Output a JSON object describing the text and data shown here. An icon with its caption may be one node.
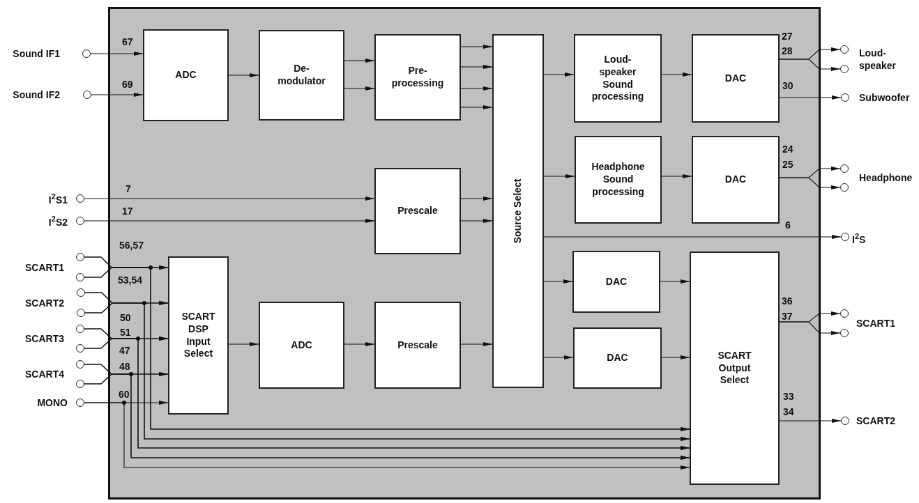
{
  "diagram": {
    "nodes": [
      {
        "text": [],
        "shape": "box"
      },
      {
        "text": [],
        "shape": "circle",
        "beside": [
          "Sound IF1"
        ]
      },
      {
        "text": [],
        "shape": "circle",
        "beside": [
          "Sound IF2"
        ]
      },
      {
        "text": [
          "ADC"
        ],
        "in": 0
      },
      {
        "text": [
          "De- modulator"
        ],
        "in": 0
      },
      {
        "text": [
          "Pre- processing"
        ],
        "in": 0
      },
      {
        "text": [
          "Source Select"
        ],
        "in": 0
      },
      {
        "text": [
          "Loud- speaker Sound processing"
        ],
        "in": 0
      },
      {
        "text": [
          "DAC"
        ],
        "in": 0
      },
      {
        "text": [],
        "shape": "circle",
        "beside": [
          "Loud- speaker"
        ]
      },
      {
        "text": [],
        "shape": "circle"
      },
      {
        "text": [],
        "shape": "circle",
        "beside": [
          "Subwoofer"
        ]
      },
      {
        "text": [
          "Headphone Sound processing"
        ],
        "in": 0
      },
      {
        "text": [
          "DAC"
        ],
        "in": 0
      },
      {
        "text": [],
        "shape": "circle",
        "beside": [
          "Headphone"
        ]
      },
      {
        "text": [],
        "shape": "circle"
      },
      {
        "text": [],
        "shape": "circle",
        "beside": [
          "I$^{2}$S1"
        ]
      },
      {
        "text": [],
        "shape": "circle",
        "beside": [
          "I$^{2}$S2"
        ]
      },
      {
        "text": [
          "Prescale"
        ],
        "in": 0
      },
      {
        "text": [],
        "shape": "circle",
        "beside": [
          "I$^{2}$S"
        ]
      },
      {
        "text": [],
        "shape": "circle",
        "beside": [
          "SCART1"
        ]
      },
      {
        "text": [],
        "shape": "circle"
      },
      {
        "text": [],
        "shape": "circle",
        "beside": [
          "SCART2"
        ]
      },
      {
        "text": [],
        "shape": "circle"
      },
      {
        "text": [],
        "shape": "circle",
        "beside": [
          "SCART3"
        ]
      },
      {
        "text": [],
        "shape": "circle"
      },
      {
        "text": [],
        "shape": "circle",
        "beside": [
          "SCART4"
        ]
      },
      {
        "text": [],
        "shape": "circle"
      },
      {
        "text": [],
        "shape": "circle",
        "beside": [
          "MONO"
        ]
      },
      {
        "text": [
          "SCART DSP Input Select"
        ],
        "in": 0
      },
      {
        "text": [
          "ADC"
        ],
        "in": 0
      },
      {
        "text": [
          "Prescale"
        ],
        "in": 0
      },
      {
        "text": [
          "DAC"
        ],
        "in": 0
      },
      {
        "text": [
          "DAC"
        ],
        "in": 0
      },
      {
        "text": [
          "SCART Output Select"
        ],
        "in": 0
      },
      {
        "text": [],
        "shape": "circle",
        "beside": [
          "SCART1"
        ]
      },
      {
        "text": [],
        "shape": "circle"
      },
      {
        "text": [],
        "shape": "circle",
        "beside": [
          "SCART2"
        ]
      }
    ],
    "edges": [
      {
        "from": 1,
        "to": 3,
        "arrow": "to"
      },
      {
        "from": 2,
        "to": 3,
        "arrow": "to"
      },
      {
        "from": 3,
        "to": 4,
        "arrow": "to"
      },
      {
        "from": 4,
        "to": 5,
        "arrow": "to"
      },
      {
        "from": 4,
        "to": 5,
        "arrow": "to"
      },
      {
        "from": 5,
        "to": 6,
        "arrow": "to"
      },
      {
        "from": 5,
        "to": 6,
        "arrow": "to"
      },
      {
        "from": 5,
        "to": 6,
        "arrow": "to"
      },
      {
        "from": 5,
        "to": 6,
        "arrow": "to"
      },
      {
        "from": 6,
        "to": 7,
        "arrow": "to"
      },
      {
        "from": 7,
        "to": 8,
        "arrow": "to"
      },
      {
        "from": 8,
        "to": 9,
        "arrow": "to"
      },
      {
        "from": 8,
        "to": 10,
        "arrow": "to"
      },
      {
        "from": 8,
        "to": 11,
        "arrow": "to"
      },
      {
        "from": 6,
        "to": 12,
        "arrow": "to"
      },
      {
        "from": 12,
        "to": 13,
        "arrow": "to"
      },
      {
        "from": 13,
        "to": 14,
        "arrow": "to"
      },
      {
        "from": 13,
        "to": 15,
        "arrow": "to"
      },
      {
        "from": 16,
        "to": 18,
        "arrow": "to"
      },
      {
        "from": 17,
        "to": 18,
        "arrow": "to"
      },
      {
        "from": 18,
        "to": 6,
        "arrow": "to"
      },
      {
        "from": 18,
        "to": 6,
        "arrow": "to"
      },
      {
        "from": 6,
        "to": 19,
        "arrow": "to"
      },
      {
        "from": 20,
        "to": 29,
        "arrow": "to"
      },
      {
        "from": 21,
        "to": 29,
        "arrow": "to"
      },
      {
        "from": 22,
        "to": 29,
        "arrow": "to"
      },
      {
        "from": 23,
        "to": 29,
        "arrow": "to"
      },
      {
        "from": 24,
        "to": 29,
        "arrow": "to"
      },
      {
        "from": 25,
        "to": 29,
        "arrow": "to"
      },
      {
        "from": 26,
        "to": 29,
        "arrow": "to"
      },
      {
        "from": 27,
        "to": 29,
        "arrow": "to"
      },
      {
        "from": 28,
        "to": 29,
        "arrow": "to"
      },
      {
        "from": 29,
        "to": 30,
        "arrow": "to"
      },
      {
        "from": 30,
        "to": 31,
        "arrow": "to"
      },
      {
        "from": 31,
        "to": 6,
        "arrow": "to"
      },
      {
        "from": 6,
        "to": 32,
        "arrow": "to"
      },
      {
        "from": 32,
        "to": 34,
        "arrow": "to"
      },
      {
        "from": 6,
        "to": 33,
        "arrow": "to"
      },
      {
        "from": 33,
        "to": 34,
        "arrow": "to"
      },
      {
        "from": 34,
        "to": 35,
        "arrow": "to"
      },
      {
        "from": 34,
        "to": 36,
        "arrow": "to"
      },
      {
        "from": 34,
        "to": 37,
        "arrow": "to"
      },
      {
        "from": 20,
        "to": 34,
        "arrow": "to"
      },
      {
        "from": 21,
        "to": 34,
        "arrow": "to"
      },
      {
        "from": 22,
        "to": 34,
        "arrow": "to"
      },
      {
        "from": 23,
        "to": 34,
        "arrow": "to"
      },
      {
        "from": 24,
        "to": 34,
        "arrow": "to"
      },
      {
        "from": 25,
        "to": 34,
        "arrow": "to"
      },
      {
        "from": 26,
        "to": 34,
        "arrow": "to"
      },
      {
        "from": 27,
        "to": 34,
        "arrow": "to"
      },
      {
        "from": 28,
        "to": 34,
        "arrow": "to"
      }
    ],
    "labels": [
      "67",
      "69",
      "7",
      "17",
      "56,57",
      "53,54",
      "50",
      "51",
      "47",
      "48",
      "60",
      "27",
      "28",
      "30",
      "24",
      "25",
      "6",
      "36",
      "37",
      "33",
      "34"
    ]
  }
}
